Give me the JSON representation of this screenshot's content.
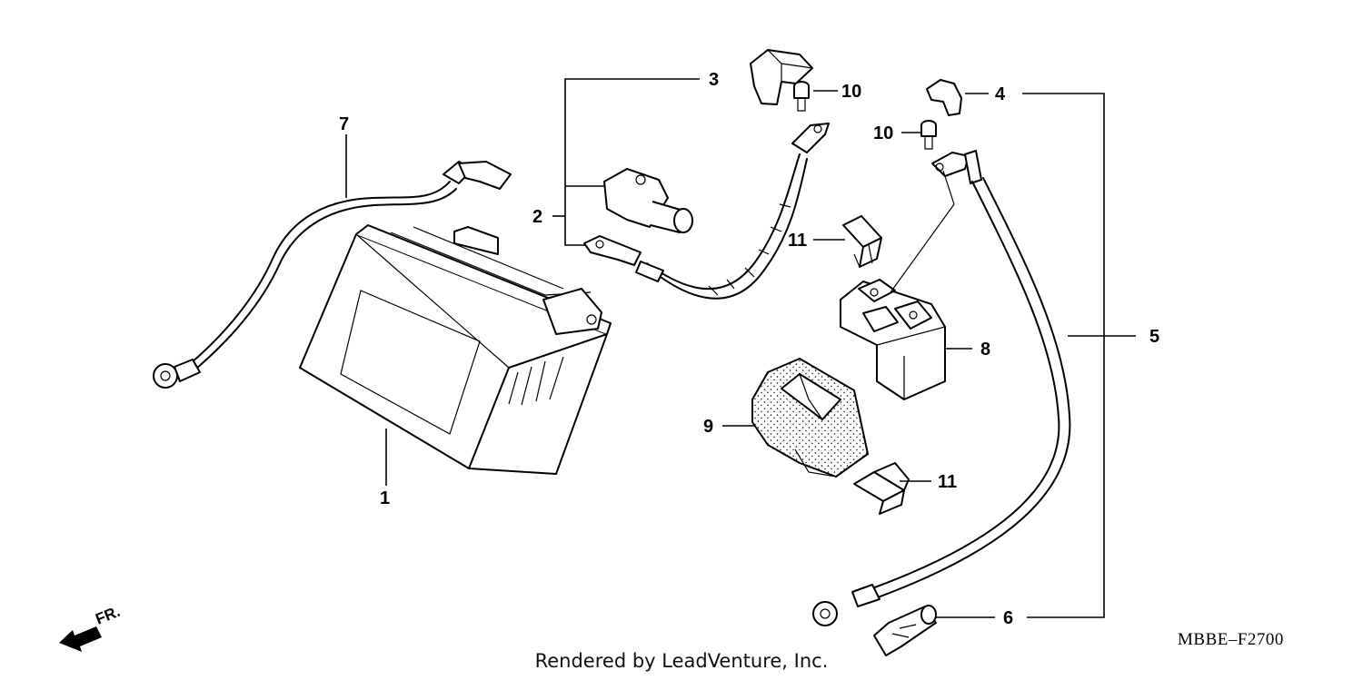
{
  "callouts": {
    "c1": "1",
    "c2": "2",
    "c3": "3",
    "c4": "4",
    "c5": "5",
    "c6": "6",
    "c7": "7",
    "c8": "8",
    "c9": "9",
    "c10a": "10",
    "c10b": "10",
    "c11a": "11",
    "c11b": "11"
  },
  "direction_label": "FR.",
  "diagram_code": "MBBE–F2700",
  "credit": "Rendered by LeadVenture, Inc."
}
